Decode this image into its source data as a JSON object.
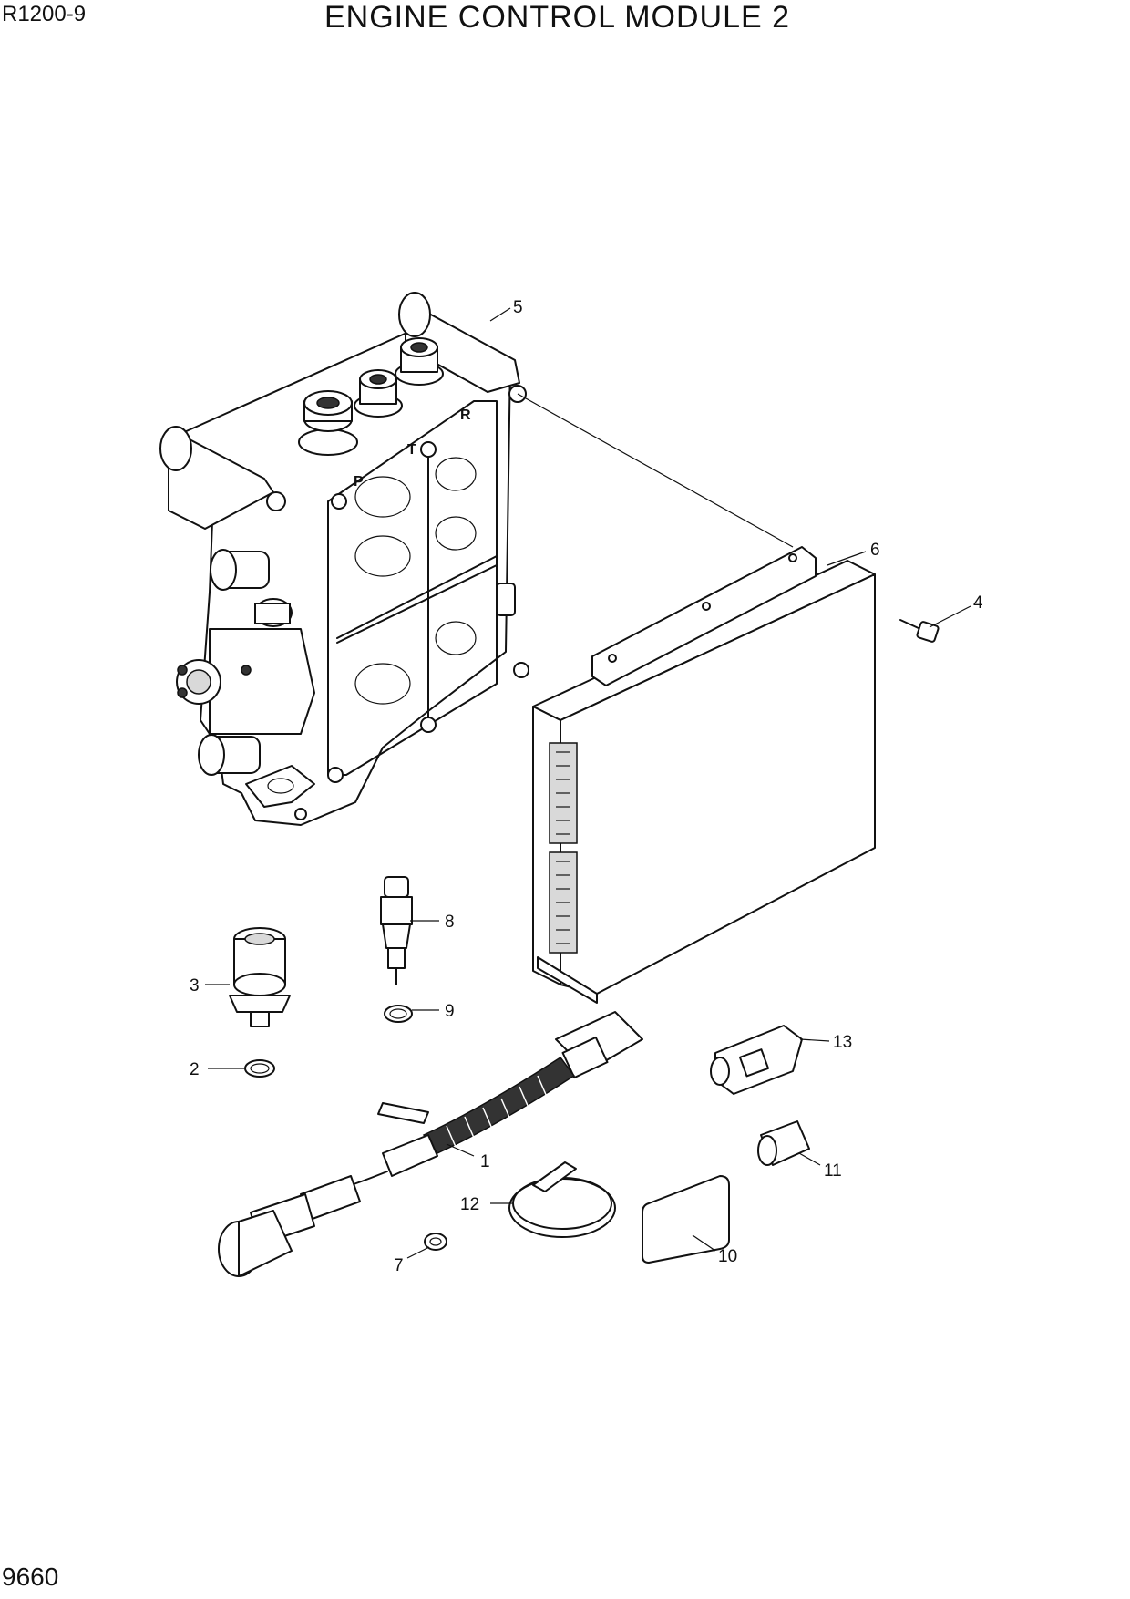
{
  "header": {
    "model": "R1200-9",
    "title": "ENGINE CONTROL MODULE 2"
  },
  "footer": {
    "page_number": "9660"
  },
  "ports": [
    "P",
    "T",
    "R"
  ],
  "callouts": [
    "1",
    "2",
    "3",
    "4",
    "5",
    "6",
    "7",
    "8",
    "9",
    "10",
    "11",
    "12",
    "13"
  ]
}
